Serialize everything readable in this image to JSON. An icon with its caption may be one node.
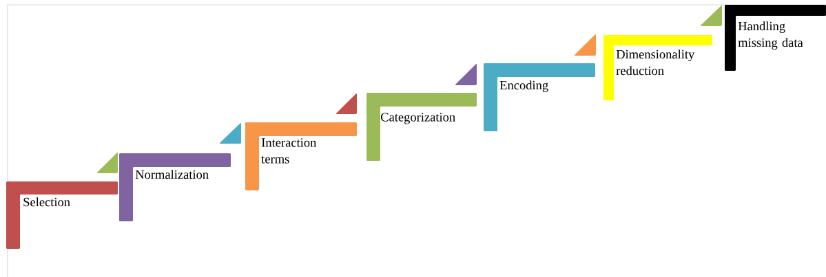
{
  "diagram": {
    "nodes": [
      {
        "text": [
          "Selection"
        ]
      },
      {
        "text": [
          "Normalization"
        ]
      },
      {
        "text": [
          "Interaction terms"
        ]
      },
      {
        "text": [
          "Categorization"
        ]
      },
      {
        "text": [
          "Encoding"
        ]
      },
      {
        "text": [
          "Dimensionality reduction"
        ]
      },
      {
        "text": [
          "Handling missing data"
        ]
      }
    ]
  }
}
